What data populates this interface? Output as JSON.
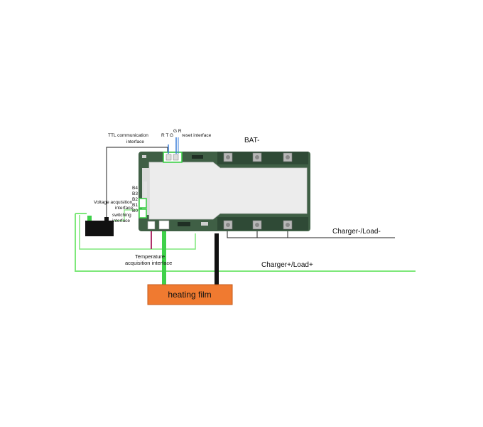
{
  "labels": {
    "ttl": [
      "TTL communication",
      "interface"
    ],
    "rtg": "R T G",
    "gr": "G R",
    "reset": "reset interface",
    "bat_minus": "BAT-",
    "pins": [
      "B4",
      "B3",
      "B2",
      "B1",
      "B0"
    ],
    "voltage": [
      "Voltage acquisition",
      "interface"
    ],
    "switching": [
      "switching",
      "interface"
    ],
    "temperature": [
      "Temperature",
      "acquisition interface"
    ],
    "charger_minus": "Charger-/Load-",
    "charger_plus": "Charger+/Load+",
    "heating_film": "heating film"
  },
  "colors": {
    "pcb": "#3f5f45",
    "heatsink": "#ececec",
    "wire_green": "#7ee87a",
    "wire_black": "#111111",
    "heating_fill": "#f07a30",
    "highlight": "#3fd14a",
    "temp_wire": "#b0306a"
  }
}
